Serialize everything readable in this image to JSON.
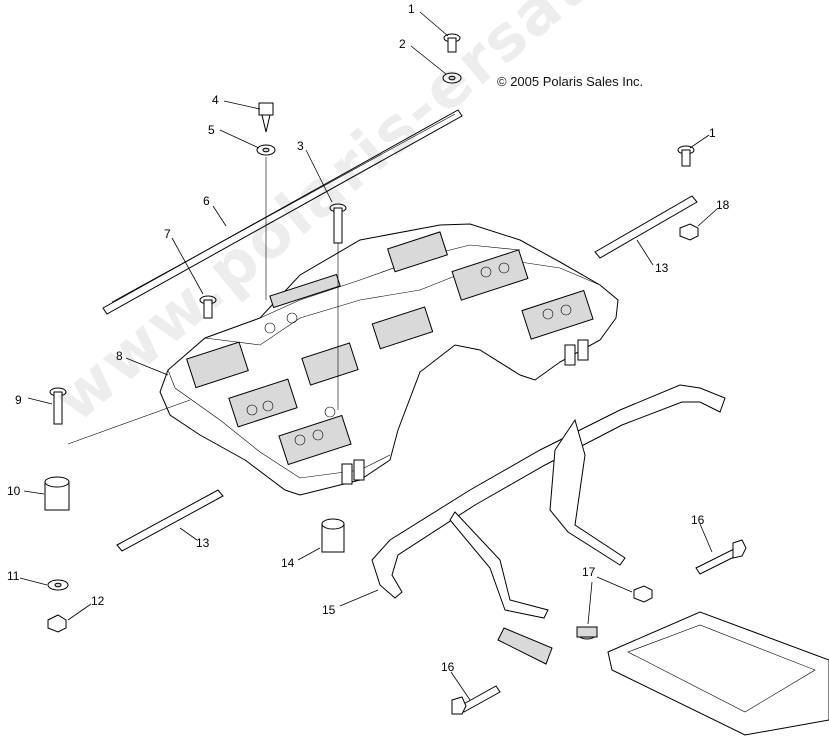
{
  "copyright": "© 2005 Polaris Sales Inc.",
  "watermark": "www.polaris-ersatzteile.de",
  "callouts": {
    "c1a": "1",
    "c1b": "1",
    "c2": "2",
    "c3": "3",
    "c4": "4",
    "c5": "5",
    "c6": "6",
    "c7": "7",
    "c8": "8",
    "c9": "9",
    "c10": "10",
    "c11": "11",
    "c12": "12",
    "c13a": "13",
    "c13b": "13",
    "c14": "14",
    "c15": "15",
    "c16a": "16",
    "c16b": "16",
    "c17": "17",
    "c18": "18"
  }
}
